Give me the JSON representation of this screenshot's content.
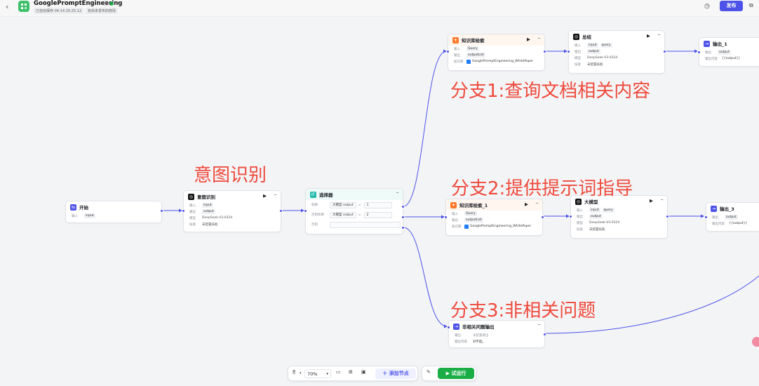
{
  "topbar": {
    "back_icon": "chevron-left-icon",
    "app_title": "GooglePromptEngineering",
    "save_note": "已自动保存 04-14 20:25:12",
    "unpublished_note": "有尚未发布的修改",
    "publish_label": "发布"
  },
  "nodes": {
    "start": {
      "title": "开始",
      "input_label": "输入",
      "input_value": "input"
    },
    "intent": {
      "title": "意图识别",
      "input_label": "输入",
      "input_value": "input",
      "output_label": "输出",
      "output_value": "output",
      "model_label": "模型",
      "model_value": "DeepSeek-V3-0324",
      "skill_label": "技能",
      "skill_value": "未配置技能"
    },
    "selector": {
      "title": "选择器",
      "cond1_label": "如果",
      "cond1_src": "大模型",
      "cond1_var": "output",
      "cond1_op": "=",
      "cond1_val": "1",
      "cond2_label": "否则如果",
      "cond2_src": "大模型",
      "cond2_var": "output",
      "cond2_op": "=",
      "cond2_val": "2",
      "else_label": "否则"
    },
    "kb1": {
      "title": "知识库检索",
      "input_label": "输入",
      "input_value": "Query",
      "output_label": "输出",
      "output_value": "outputList",
      "kb_label": "知识库",
      "kb_value": "GooglePromptEngineering_WhitePaper"
    },
    "summary": {
      "title": "总结",
      "input_label": "输入",
      "input_value1": "input",
      "input_value2": "query",
      "output_label": "输出",
      "output_value": "output",
      "model_label": "模型",
      "model_value": "DeepSeek-V3-0324",
      "skill_label": "技能",
      "skill_value": "未配置技能"
    },
    "out1": {
      "title": "输出_1",
      "output_label": "输出",
      "output_value": "output",
      "content_label": "输出内容",
      "content_value": "{{output}}"
    },
    "kb2": {
      "title": "知识库检索_1",
      "input_label": "输入",
      "input_value": "Query",
      "output_label": "输出",
      "output_value": "outputList",
      "kb_label": "知识库",
      "kb_value": "GooglePromptEngineering_WhitePaper"
    },
    "llm": {
      "title": "大模型",
      "input_label": "输入",
      "input_value1": "input",
      "input_value2": "query",
      "output_label": "输出",
      "output_value": "output",
      "model_label": "模型",
      "model_value": "DeepSeek-V3-0324",
      "skill_label": "技能",
      "skill_value": "未配置技能"
    },
    "out3": {
      "title": "输出_3",
      "output_label": "输出",
      "output_value": "output",
      "content_label": "输出内容",
      "content_value": "{{output}}"
    },
    "irrelevant": {
      "title": "非相关问题输出",
      "output_label": "输出",
      "output_value": "未配置输出",
      "content_label": "输出内容",
      "content_value": "对不起。"
    }
  },
  "annotations": {
    "intent": "意图识别",
    "branch1": "分支1:查询文档相关内容",
    "branch2": "分支2:提供提示词指导",
    "branch3": "分支3:非相关问题"
  },
  "toolbar": {
    "zoom": "70%",
    "add_node": "添加节点",
    "run": "试运行"
  },
  "colors": {
    "accent": "#4d53e8",
    "run_green": "#1aad45",
    "annotation_red": "#ef4a3c",
    "kb_orange": "#ff7a2d",
    "selector_teal": "#20b8a8",
    "logo_green": "#3ec06a"
  }
}
